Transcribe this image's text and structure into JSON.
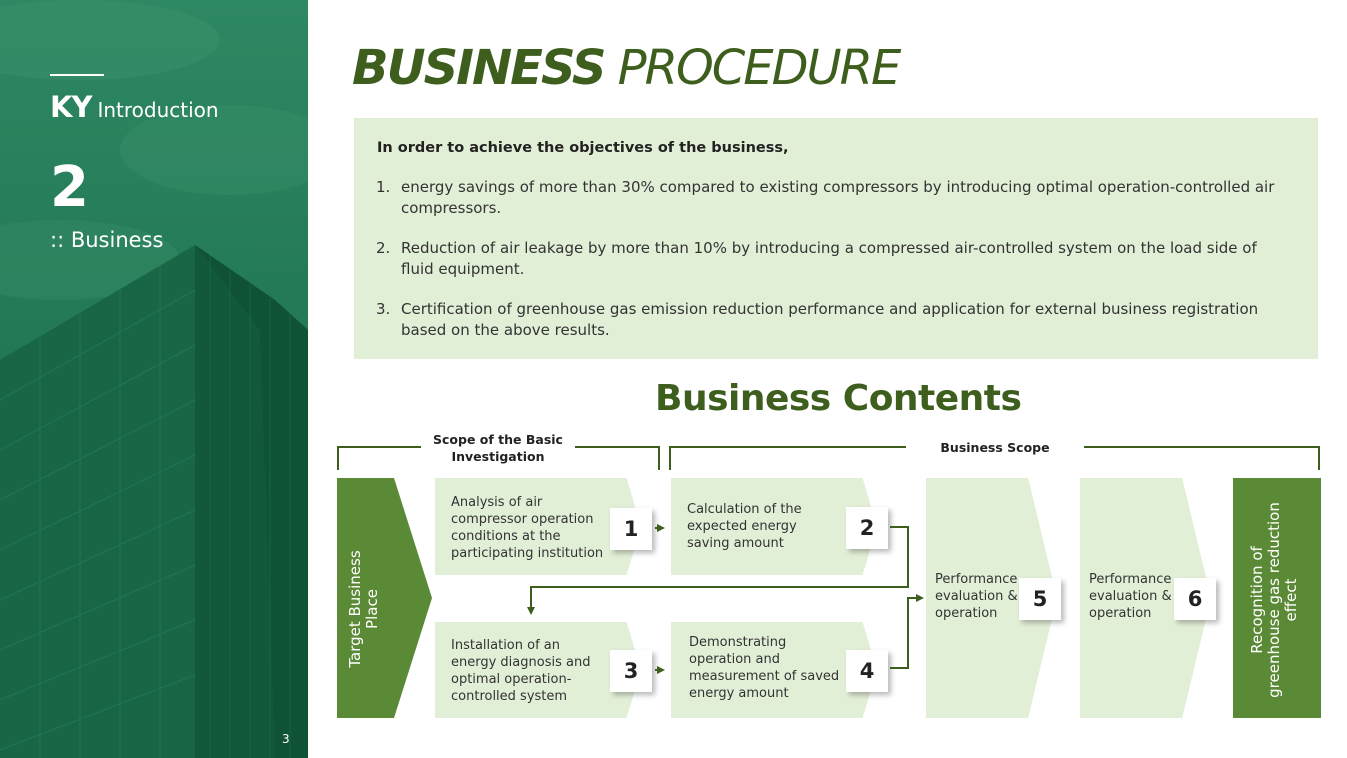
{
  "sidebar": {
    "brand_logo": "KY",
    "brand_sub": "Introduction",
    "section_number": "2",
    "section_label": ":: Business",
    "page_number": "3"
  },
  "title": {
    "bold": "BUSINESS",
    "rest": "PROCEDURE"
  },
  "intro": {
    "lead": "In order to achieve the objectives of the business,",
    "items": [
      {
        "num": "1.",
        "text": "energy savings of more than 30% compared to existing compressors by introducing optimal operation-controlled air compressors."
      },
      {
        "num": "2.",
        "text": "Reduction of air leakage by more than 10% by introducing a compressed air-controlled system on the load side of fluid equipment."
      },
      {
        "num": "3.",
        "text": "Certification of greenhouse gas emission reduction performance and application for external business registration based on the above results."
      }
    ]
  },
  "contents": {
    "title": "Business Contents",
    "scope_basic": "Scope of the Basic Investigation",
    "scope_business": "Business Scope",
    "target": "Target Business Place",
    "result": "Recognition of greenhouse gas reduction effect",
    "steps": [
      {
        "num": "1",
        "text": "Analysis of air compressor operation conditions at the participating institution"
      },
      {
        "num": "2",
        "text": "Calculation of the expected energy saving amount"
      },
      {
        "num": "3",
        "text": "Installation of an energy diagnosis and optimal operation-controlled system"
      },
      {
        "num": "4",
        "text": "Demonstrating operation and measurement of saved energy amount"
      },
      {
        "num": "5",
        "text": "Performance evaluation & operation"
      },
      {
        "num": "6",
        "text": "Performance evaluation & operation"
      }
    ]
  },
  "colors": {
    "dark_green": "#3d5e1c",
    "box_green": "#5b8a37",
    "light_green": "#e2efd7"
  }
}
